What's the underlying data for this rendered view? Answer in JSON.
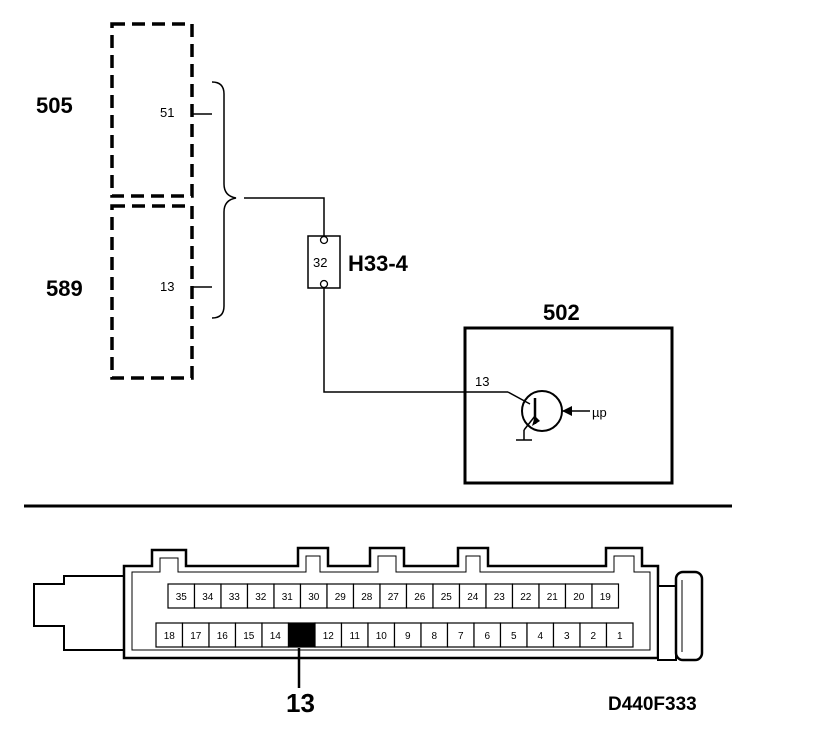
{
  "modules": {
    "m505": {
      "label": "505",
      "pin": "51"
    },
    "m589": {
      "label": "589",
      "pin": "13"
    }
  },
  "connector": {
    "label": "H33-4",
    "pin": "32"
  },
  "ecu": {
    "label": "502",
    "pin": "13",
    "signal": "µp"
  },
  "plug": {
    "top_row": [
      "35",
      "34",
      "33",
      "32",
      "31",
      "30",
      "29",
      "28",
      "27",
      "26",
      "25",
      "24",
      "23",
      "22",
      "21",
      "20",
      "19"
    ],
    "bottom_row": [
      "18",
      "17",
      "16",
      "15",
      "14",
      "13",
      "12",
      "11",
      "10",
      "9",
      "8",
      "7",
      "6",
      "5",
      "4",
      "3",
      "2",
      "1"
    ],
    "highlighted_pin": "13",
    "callout": "13"
  },
  "figure_code": "D440F333"
}
